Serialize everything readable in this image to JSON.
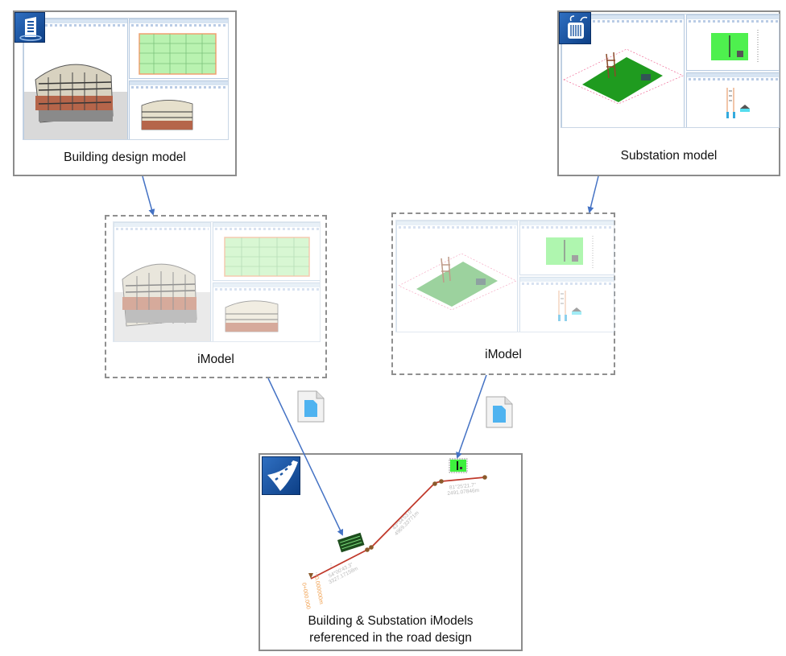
{
  "diagram": {
    "nodes": {
      "building_model": {
        "label": "Building design model",
        "app_icon": "building-app-icon",
        "border": "solid"
      },
      "substation_model": {
        "label": "Substation model",
        "app_icon": "substation-transformer-icon",
        "border": "solid"
      },
      "building_imodel": {
        "label": "iModel",
        "border": "dashed"
      },
      "substation_imodel": {
        "label": "iModel",
        "border": "dashed"
      },
      "road_design": {
        "label_line1": "Building & Substation iModels",
        "label_line2": "referenced in the road design",
        "app_icon": "road-app-icon",
        "border": "solid",
        "alignment_annotations": [
          {
            "bearing": "54°00'43.3\"",
            "length": "3327.17158m"
          },
          {
            "bearing": "43°34'53.0\"",
            "length": "4969.33771m"
          },
          {
            "bearing": "81°25'21.7\"",
            "length": "2491.07846m"
          }
        ],
        "start_station": "0+000.000",
        "start_offset": "0.000000m"
      }
    },
    "edges": [
      {
        "from": "building_model",
        "to": "building_imodel"
      },
      {
        "from": "substation_model",
        "to": "substation_imodel"
      },
      {
        "from": "building_imodel",
        "to": "road_design",
        "via_icon": "document-icon"
      },
      {
        "from": "substation_imodel",
        "to": "road_design",
        "via_icon": "document-icon"
      }
    ],
    "colors": {
      "arrow": "#4472c4",
      "box_border": "#8c8c8c",
      "alignment_line": "#c0392b",
      "station_label": "#f0a050",
      "substation_green": "#1f9b1f",
      "doc_icon_blue": "#4fb3f0"
    }
  }
}
